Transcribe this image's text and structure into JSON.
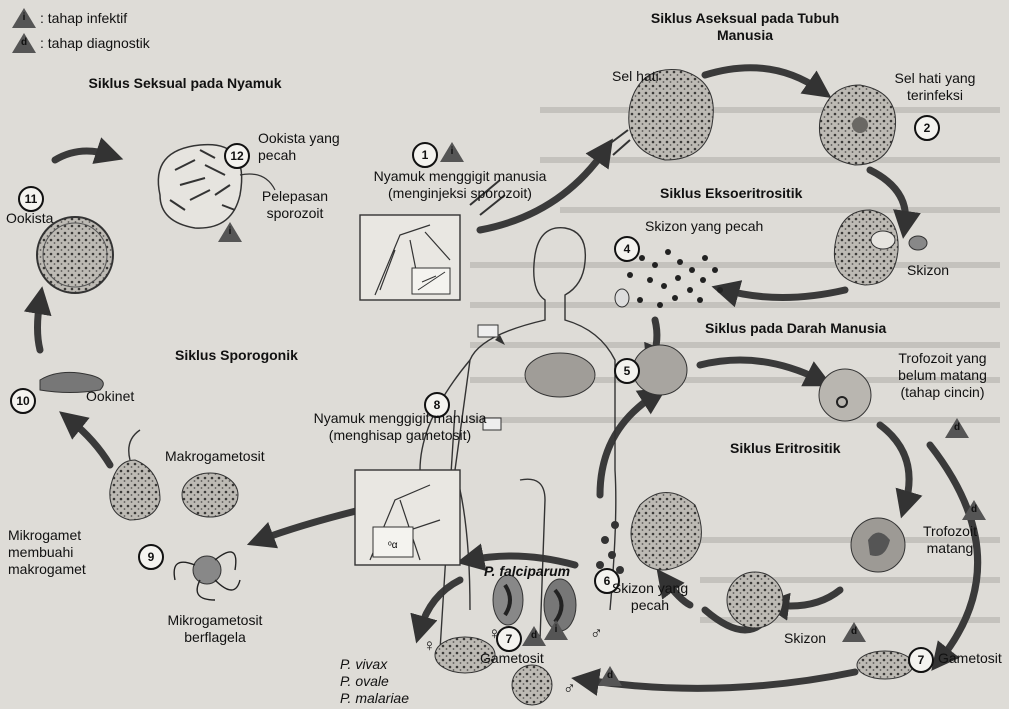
{
  "legend": {
    "infective_symbol": "i",
    "infective_label": ": tahap infektif",
    "diagnostic_symbol": "d",
    "diagnostic_label": ": tahap diagnostik"
  },
  "sections": {
    "sexual_mosquito": "Siklus Seksual pada Nyamuk",
    "asexual_human": "Siklus Aseksual pada Tubuh Manusia",
    "exoerythrocytic": "Siklus Eksoeritrositik",
    "sporogonic": "Siklus Sporogonik",
    "blood_cycle": "Siklus pada Darah Manusia",
    "erythrocytic": "Siklus Eritrositik"
  },
  "stages": {
    "s1": {
      "num": "1",
      "label": "Nyamuk menggigit manusia (menginjeksi sporozoit)"
    },
    "s2": {
      "num": "2",
      "label": "Sel hati yang terinfeksi"
    },
    "liver_cell": "Sel hati",
    "s3_label": "Skizon",
    "s4": {
      "num": "4",
      "label": "Skizon yang pecah"
    },
    "s5": {
      "num": "5"
    },
    "trophozoite_immature": "Trofozoit yang belum matang (tahap cincin)",
    "trophozoite_mature": "Trofozoit matang",
    "s6": {
      "num": "6",
      "label": "Skizon yang pecah"
    },
    "schizont_blood": "Skizon",
    "s7a": {
      "num": "7",
      "label": "Gametosit"
    },
    "s7b": {
      "num": "7",
      "label": "Gametosit"
    },
    "s8": {
      "num": "8",
      "label": "Nyamuk menggigit manusia (menghisap gametosit)"
    },
    "macrogametocyte": "Makrogametosit",
    "s9": {
      "num": "9",
      "label": "Mikrogametosit berflagela"
    },
    "microgamete": "Mikrogamet membuahi makrogamet",
    "s10": {
      "num": "10",
      "label": "Ookinet"
    },
    "s11": {
      "num": "11",
      "label": "Ookista"
    },
    "s12": {
      "num": "12",
      "label": "Ookista yang pecah"
    },
    "sporozoite_release": "Pelepasan sporozoit"
  },
  "species": {
    "falciparum": "P. falciparum",
    "vivax": "P. vivax",
    "ovale": "P. ovale",
    "malariae": "P. malariae"
  },
  "symbols": {
    "female": "♀",
    "male": "♂"
  },
  "colors": {
    "paper": "#dedcd7",
    "ink": "#111111",
    "cell_fill": "#c9c6c0",
    "cell_dark": "#6a6864",
    "arrow": "#3a3a3a",
    "triangle": "#555555"
  }
}
